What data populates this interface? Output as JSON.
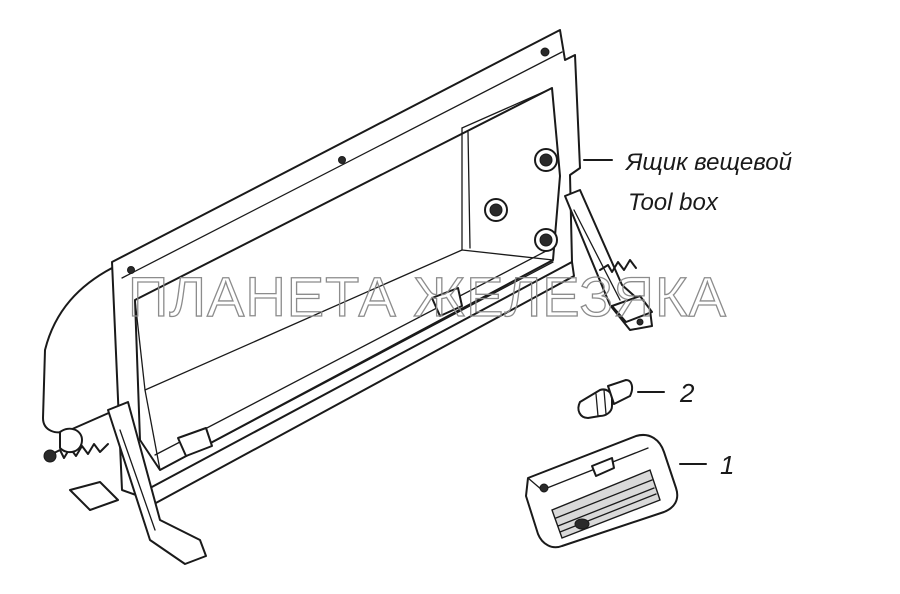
{
  "watermark": "ПЛАНЕТА ЖЕЛЕЗЯКА",
  "callouts": {
    "tool_box_ru": "Ящик вещевой",
    "tool_box_en": "Tool box",
    "part_2": "2",
    "part_1": "1"
  },
  "colors": {
    "line": "#1a1a1a",
    "watermark": "#8c8c8c",
    "background": "#ffffff"
  }
}
